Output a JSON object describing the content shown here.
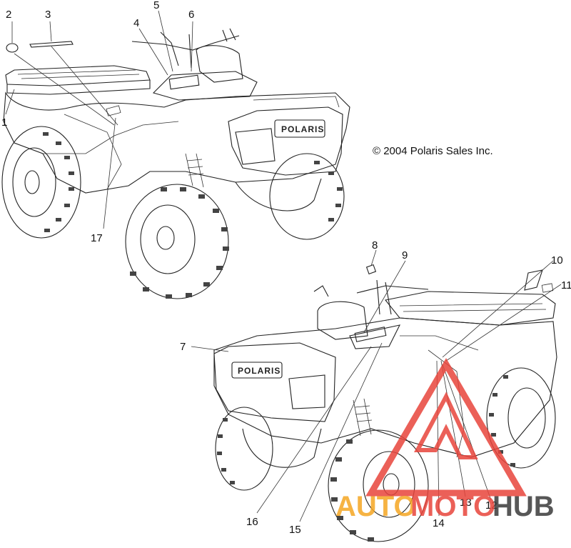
{
  "copyright": "© 2004 Polaris Sales Inc.",
  "brand_logo": "POLARIS",
  "callouts": [
    "1",
    "2",
    "3",
    "4",
    "5",
    "6",
    "7",
    "8",
    "9",
    "10",
    "11",
    "12",
    "13",
    "14",
    "15",
    "16",
    "17"
  ],
  "watermark": {
    "part1": "AUTO",
    "part2": "MOTO",
    "part3": "HUB",
    "color_red": "#e8453c",
    "color_orange": "#f5a623",
    "color_dark": "#3a3a3a"
  }
}
